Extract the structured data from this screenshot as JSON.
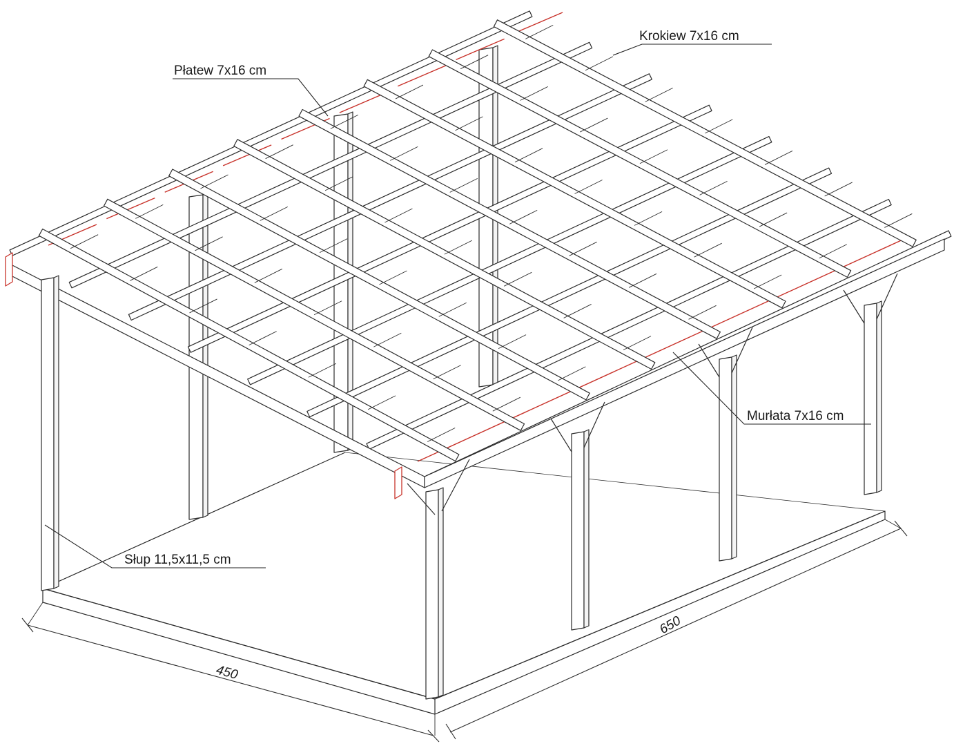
{
  "labels": {
    "rafter": "Krokiew 7x16 cm",
    "purlin": "Płatew 7x16 cm",
    "wall_plate": "Murłata 7x16 cm",
    "post": "Słup 11,5x11,5 cm"
  },
  "dimensions": {
    "width": "450",
    "length": "650"
  },
  "colors": {
    "line": "#2b2b2b",
    "frame_fill": "#ffffff",
    "hidden_beam": "#c8322a"
  }
}
